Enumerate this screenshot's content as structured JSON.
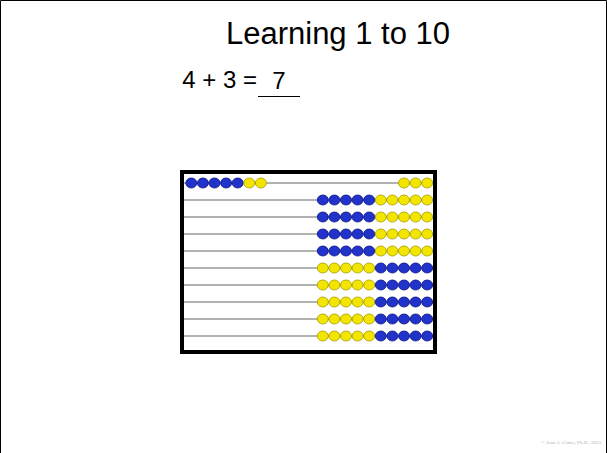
{
  "diagram": {
    "title": "Learning 1 to 10",
    "labels": [
      "4 + 3 =",
      "7",
      "© Joan A. Cotter, Ph.D., 2023"
    ]
  }
}
